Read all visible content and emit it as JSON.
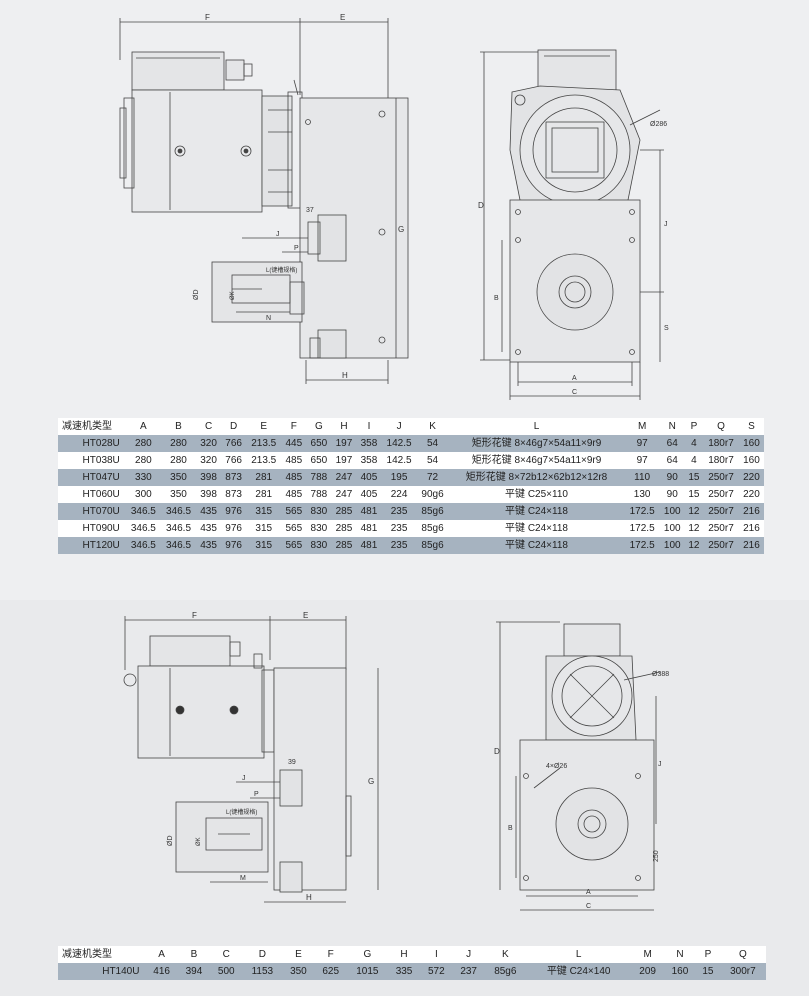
{
  "drawing1": {
    "labels": {
      "F": "F",
      "E": "E",
      "G": "G",
      "J": "J",
      "P": "P",
      "N": "N",
      "H": "H",
      "D": "D",
      "Dd": "ØD",
      "Kd": "ØK",
      "keyway": "L(键槽规格)",
      "n37": "37",
      "phi": "Ø286",
      "B": "B",
      "A": "A",
      "C": "C",
      "Jr": "J",
      "S": "S"
    }
  },
  "table1": {
    "headers": [
      "减速机类型",
      "A",
      "B",
      "C",
      "D",
      "E",
      "F",
      "G",
      "H",
      "I",
      "J",
      "K",
      "L",
      "M",
      "N",
      "P",
      "Q",
      "S"
    ],
    "rows": [
      [
        "HT028U",
        "280",
        "280",
        "320",
        "766",
        "213.5",
        "445",
        "650",
        "197",
        "358",
        "142.5",
        "54",
        "矩形花键 8×46g7×54a11×9r9",
        "97",
        "64",
        "4",
        "180r7",
        "160"
      ],
      [
        "HT038U",
        "280",
        "280",
        "320",
        "766",
        "213.5",
        "485",
        "650",
        "197",
        "358",
        "142.5",
        "54",
        "矩形花键 8×46g7×54a11×9r9",
        "97",
        "64",
        "4",
        "180r7",
        "160"
      ],
      [
        "HT047U",
        "330",
        "350",
        "398",
        "873",
        "281",
        "485",
        "788",
        "247",
        "405",
        "195",
        "72",
        "矩形花键 8×72b12×62b12×12r8",
        "110",
        "90",
        "15",
        "250r7",
        "220"
      ],
      [
        "HT060U",
        "300",
        "350",
        "398",
        "873",
        "281",
        "485",
        "788",
        "247",
        "405",
        "224",
        "90g6",
        "平键 C25×110",
        "130",
        "90",
        "15",
        "250r7",
        "220"
      ],
      [
        "HT070U",
        "346.5",
        "346.5",
        "435",
        "976",
        "315",
        "565",
        "830",
        "285",
        "481",
        "235",
        "85g6",
        "平键 C24×118",
        "172.5",
        "100",
        "12",
        "250r7",
        "216"
      ],
      [
        "HT090U",
        "346.5",
        "346.5",
        "435",
        "976",
        "315",
        "565",
        "830",
        "285",
        "481",
        "235",
        "85g6",
        "平键 C24×118",
        "172.5",
        "100",
        "12",
        "250r7",
        "216"
      ],
      [
        "HT120U",
        "346.5",
        "346.5",
        "435",
        "976",
        "315",
        "565",
        "830",
        "285",
        "481",
        "235",
        "85g6",
        "平键 C24×118",
        "172.5",
        "100",
        "12",
        "250r7",
        "216"
      ]
    ]
  },
  "drawing2": {
    "labels": {
      "F": "F",
      "E": "E",
      "G": "G",
      "J": "J",
      "P": "P",
      "M": "M",
      "H": "H",
      "D": "D",
      "Dd": "ØD",
      "Kd": "ØK",
      "keyway": "L(键槽规格)",
      "n39": "39",
      "phi": "Ø388",
      "holes": "4×Ø26",
      "B": "B",
      "A": "A",
      "C": "C",
      "Jr": "J",
      "n250": "250"
    }
  },
  "table2": {
    "headers": [
      "减速机类型",
      "A",
      "B",
      "C",
      "D",
      "E",
      "F",
      "G",
      "H",
      "I",
      "J",
      "K",
      "L",
      "M",
      "N",
      "P",
      "Q"
    ],
    "rows": [
      [
        "HT140U",
        "416",
        "394",
        "500",
        "1153",
        "350",
        "625",
        "1015",
        "335",
        "572",
        "237",
        "85g6",
        "平键 C24×140",
        "209",
        "160",
        "15",
        "300r7"
      ]
    ]
  }
}
